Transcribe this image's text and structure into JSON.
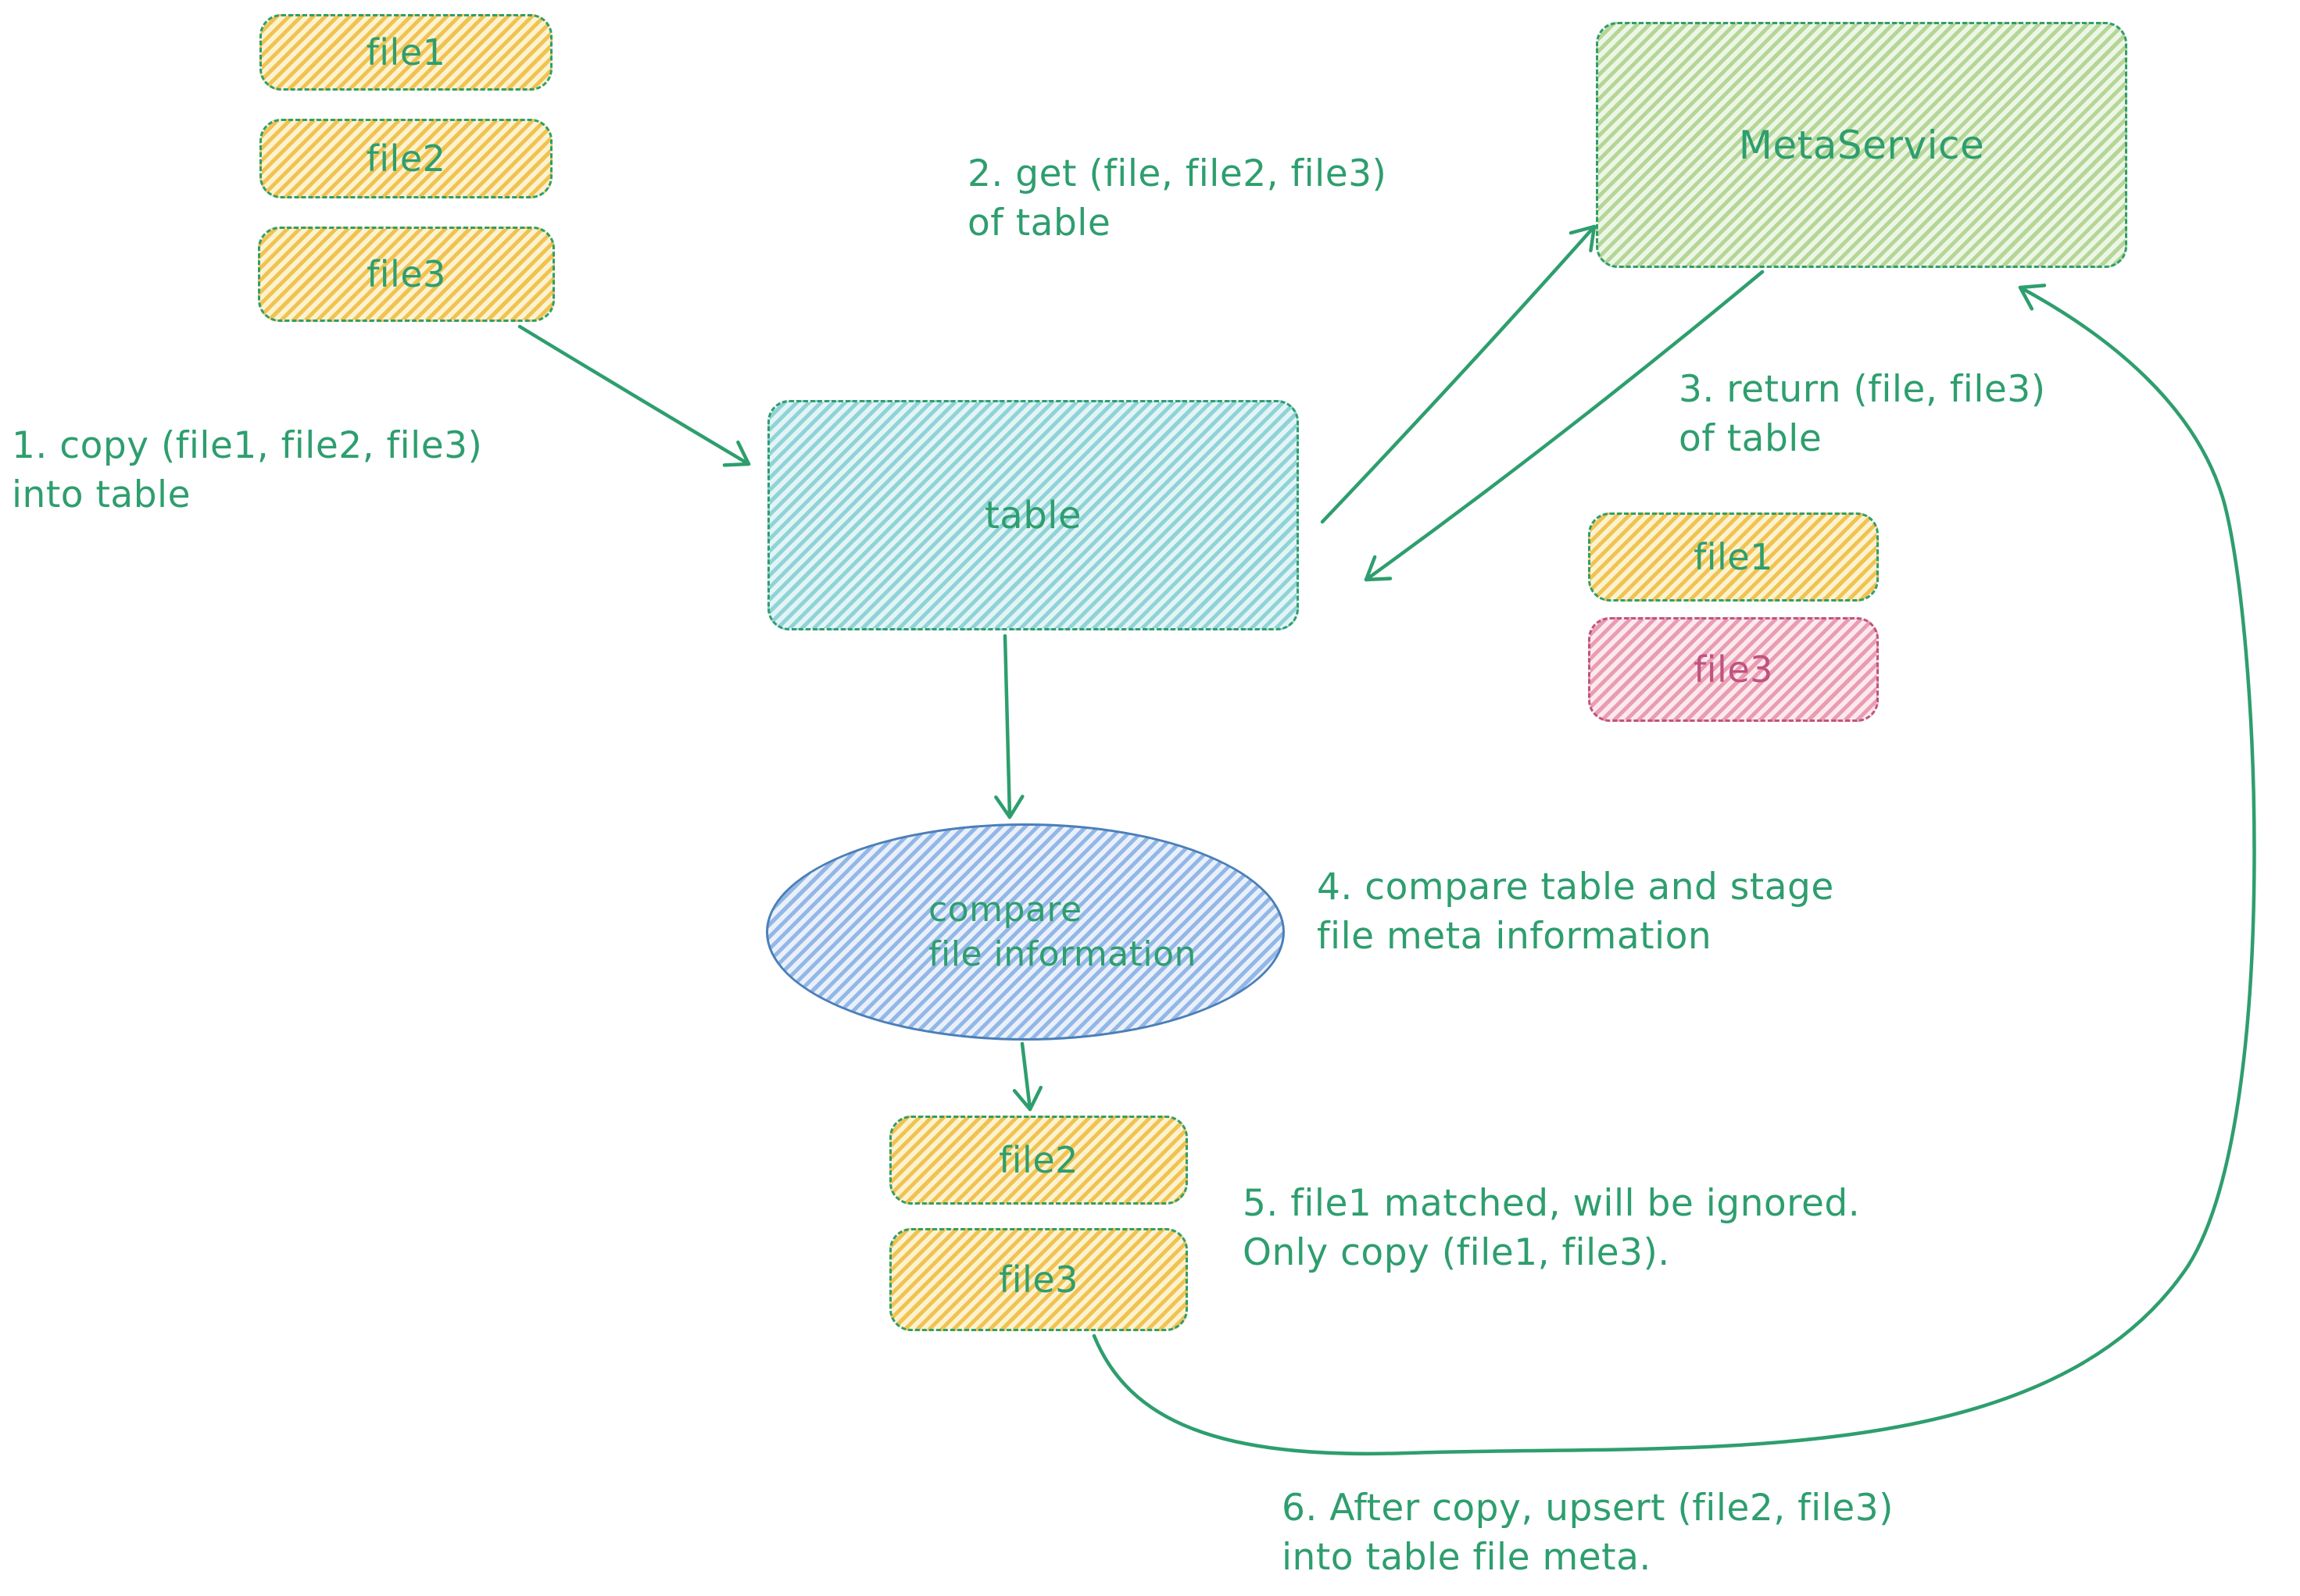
{
  "colors": {
    "ink": "#2e9e6e",
    "yellow-stripe": "#f0c351",
    "yellow-bg": "#fdf2d0",
    "green-stripe": "#b4d698",
    "green-bg": "#edf6e4",
    "teal-stripe": "#8fd3d8",
    "teal-bg": "#e3f4f5",
    "blue-stripe": "#93b7e7",
    "blue-bg": "#e9f0fa",
    "pink-stripe": "#ea9cb1",
    "pink-bg": "#fbe9ef",
    "pink-ink": "#c0537e",
    "ellipse-stroke": "#4b7fb8"
  },
  "nodes": {
    "source_files": [
      {
        "label": "file1"
      },
      {
        "label": "file2"
      },
      {
        "label": "file3"
      }
    ],
    "meta_service": {
      "label": "MetaService"
    },
    "table": {
      "label": "table"
    },
    "returned_files": [
      {
        "label": "file1"
      },
      {
        "label": "file3"
      }
    ],
    "compare": {
      "label": "compare\nfile information"
    },
    "stage_files": [
      {
        "label": "file2"
      },
      {
        "label": "file3"
      }
    ]
  },
  "annotations": {
    "step1": "1. copy (file1, file2, file3)\ninto table",
    "step2": "2. get (file, file2, file3)\nof table",
    "step3": "3. return (file, file3)\nof table",
    "step4": "4. compare table and stage\nfile meta information",
    "step5": "5. file1 matched, will be ignored.\nOnly copy (file1, file3).",
    "step6": "6. After copy, upsert (file2, file3)\ninto table file meta."
  }
}
